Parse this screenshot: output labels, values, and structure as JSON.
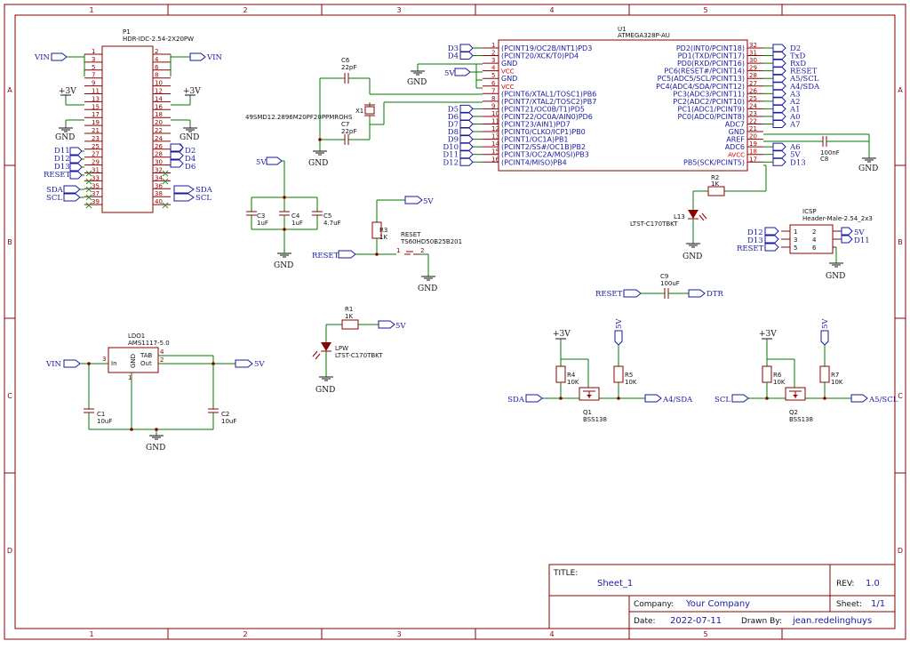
{
  "frame": {
    "col_labels": [
      "1",
      "2",
      "3",
      "4",
      "5"
    ],
    "row_labels": [
      "A",
      "B",
      "C",
      "D"
    ]
  },
  "title_block": {
    "title_label": "TITLE:",
    "title": "Sheet_1",
    "rev_label": "REV:",
    "rev": "1.0",
    "company_label": "Company:",
    "company": "Your Company",
    "sheet_label": "Sheet:",
    "sheet": "1/1",
    "date_label": "Date:",
    "date": "2022-07-11",
    "drawn_label": "Drawn By:",
    "drawn_by": "jean.redelinghuys"
  },
  "p1": {
    "ref": "P1",
    "value": "HDR-IDC-2.54-2X20PW",
    "left_pins": [
      "1",
      "3",
      "5",
      "7",
      "9",
      "11",
      "13",
      "15",
      "17",
      "19",
      "21",
      "23",
      "25",
      "27",
      "29",
      "31",
      "33",
      "35",
      "37",
      "39"
    ],
    "right_pins": [
      "2",
      "4",
      "6",
      "8",
      "10",
      "12",
      "14",
      "16",
      "18",
      "20",
      "22",
      "24",
      "26",
      "28",
      "30",
      "32",
      "34",
      "36",
      "38",
      "40"
    ],
    "left_nets": [
      "VIN",
      "+3V",
      "GND",
      "D11",
      "D12",
      "D13",
      "RESET",
      "SDA",
      "SCL"
    ],
    "right_nets": [
      "VIN",
      "+3V",
      "GND",
      "D2",
      "D4",
      "D6",
      "SDA",
      "SCL"
    ]
  },
  "u1": {
    "ref": "U1",
    "value": "ATMEGA328P-AU",
    "left_pins": [
      {
        "num": "1",
        "name": "(PCINT19/OC2B/INT1)PD3",
        "net": "D3",
        "red": false
      },
      {
        "num": "2",
        "name": "(PCINT20/XCK/T0)PD4",
        "net": "D4",
        "red": false
      },
      {
        "num": "3",
        "name": "GND",
        "net": "",
        "red": false
      },
      {
        "num": "4",
        "name": "VCC",
        "net": "",
        "red": true
      },
      {
        "num": "5",
        "name": "GND",
        "net": "",
        "red": false
      },
      {
        "num": "6",
        "name": "VCC",
        "net": "",
        "red": true
      },
      {
        "num": "7",
        "name": "(PCINT6/XTAL1/TOSC1)PB6",
        "net": "",
        "red": false
      },
      {
        "num": "8",
        "name": "(PCINT7/XTAL2/TOSC2)PB7",
        "net": "",
        "red": false
      },
      {
        "num": "9",
        "name": "(PCINT21/OC0B/T1)PD5",
        "net": "D5",
        "red": false
      },
      {
        "num": "10",
        "name": "(PCINT22/OC0A/AIN0)PD6",
        "net": "D6",
        "red": false
      },
      {
        "num": "11",
        "name": "(PCINT23/AIN1)PD7",
        "net": "D7",
        "red": false
      },
      {
        "num": "12",
        "name": "(PCINT0/CLKO/ICP1)PB0",
        "net": "D8",
        "red": false
      },
      {
        "num": "13",
        "name": "(PCINT1/OC1A)PB1",
        "net": "D9",
        "red": false
      },
      {
        "num": "14",
        "name": "(PCINT2/SS#/OC1B)PB2",
        "net": "D10",
        "red": false
      },
      {
        "num": "15",
        "name": "(PCINT3/OC2A/MOSI)PB3",
        "net": "D11",
        "red": false
      },
      {
        "num": "16",
        "name": "(PCINT4/MISO)PB4",
        "net": "D12",
        "red": false
      }
    ],
    "right_pins": [
      {
        "num": "32",
        "name": "PD2(INT0/PCINT18)",
        "net": "D2",
        "red": false
      },
      {
        "num": "31",
        "name": "PD1(TXD/PCINT17)",
        "net": "TxD",
        "red": false
      },
      {
        "num": "30",
        "name": "PD0(RXD/PCINT16)",
        "net": "RxD",
        "red": false
      },
      {
        "num": "29",
        "name": "PC6(RESET#/PCINT14)",
        "net": "RESET",
        "red": false
      },
      {
        "num": "28",
        "name": "PC5(ADC5/SCL/PCINT13)",
        "net": "A5/SCL",
        "red": false
      },
      {
        "num": "27",
        "name": "PC4(ADC4/SDA/PCINT12)",
        "net": "A4/SDA",
        "red": false
      },
      {
        "num": "26",
        "name": "PC3(ADC3/PCINT11)",
        "net": "A3",
        "red": false
      },
      {
        "num": "25",
        "name": "PC2(ADC2/PCINT10)",
        "net": "A2",
        "red": false
      },
      {
        "num": "24",
        "name": "PC1(ADC1/PCINT9)",
        "net": "A1",
        "red": false
      },
      {
        "num": "23",
        "name": "PC0(ADC0/PCINT8)",
        "net": "A0",
        "red": false
      },
      {
        "num": "22",
        "name": "ADC7",
        "net": "A7",
        "red": false
      },
      {
        "num": "21",
        "name": "GND",
        "net": "",
        "red": false
      },
      {
        "num": "20",
        "name": "AREF",
        "net": "",
        "red": false
      },
      {
        "num": "19",
        "name": "ADC6",
        "net": "A6",
        "red": false
      },
      {
        "num": "18",
        "name": "AVCC",
        "net": "5V",
        "red": true
      },
      {
        "num": "17",
        "name": "PB5(SCK/PCINT5)",
        "net": "D13",
        "red": false
      }
    ],
    "net_5v": "5V"
  },
  "crystal": {
    "x1_ref": "X1",
    "x1_value": "49SMD12.2896M20PF20PPMROHS",
    "c6_ref": "C6",
    "c6_value": "22pF",
    "c7_ref": "C7",
    "c7_value": "22pF"
  },
  "decoupling": {
    "net_5v": "5V",
    "c3_ref": "C3",
    "c3_value": "1uF",
    "c4_ref": "C4",
    "c4_value": "1uF",
    "c5_ref": "C5",
    "c5_value": "4.7uF"
  },
  "reset": {
    "r3_ref": "R3",
    "r3_value": "1K",
    "sw_ref": "RESET",
    "sw_value": "TS60HD50B25B201",
    "net_5v": "5V",
    "net_reset": "RESET",
    "sw_pin1": "1",
    "sw_pin2": "2"
  },
  "aref": {
    "c8_ref": "C8",
    "c8_value": "100nF"
  },
  "led13": {
    "r2_ref": "R2",
    "r2_value": "1K",
    "l_ref": "L13",
    "l_value": "LTST-C170TBKT"
  },
  "icsp": {
    "ref": "ICSP",
    "value": "Header-Male-2.54_2x3",
    "pins": [
      "1",
      "2",
      "3",
      "4",
      "5",
      "6"
    ],
    "left_nets": [
      "D12",
      "D13",
      "RESET"
    ],
    "right_nets": [
      "5V",
      "D11"
    ]
  },
  "dtr": {
    "c9_ref": "C9",
    "c9_value": "100uF",
    "net_reset": "RESET",
    "net_dtr": "DTR"
  },
  "pwr_led": {
    "r1_ref": "R1",
    "r1_value": "1K",
    "l_ref": "LPW",
    "l_value": "LTST-C170TBKT",
    "net_5v": "5V"
  },
  "ldo": {
    "ref": "LDO1",
    "value": "AMS1117-5.0",
    "pin_in": "In",
    "pin_out": "Out",
    "pin_tab": "TAB",
    "pin_gnd": "GND",
    "n_in": "3",
    "n_out": "2",
    "n_tab": "4",
    "n_gnd": "1",
    "net_vin": "VIN",
    "net_5v": "5V",
    "c1_ref": "C1",
    "c1_value": "10uF",
    "c2_ref": "C2",
    "c2_value": "10uF"
  },
  "level_shift_1": {
    "r4_ref": "R4",
    "r4_value": "10K",
    "r5_ref": "R5",
    "r5_value": "10K",
    "q_ref": "Q1",
    "q_value": "BSS138",
    "net_3v": "+3V",
    "net_5v": "5V",
    "net_low": "SDA",
    "net_high": "A4/SDA"
  },
  "level_shift_2": {
    "r6_ref": "R6",
    "r6_value": "10K",
    "r7_ref": "R7",
    "r7_value": "10K",
    "q_ref": "Q2",
    "q_value": "BSS138",
    "net_3v": "+3V",
    "net_5v": "5V",
    "net_low": "SCL",
    "net_high": "A5/SCL"
  },
  "gnd_label": "GND"
}
